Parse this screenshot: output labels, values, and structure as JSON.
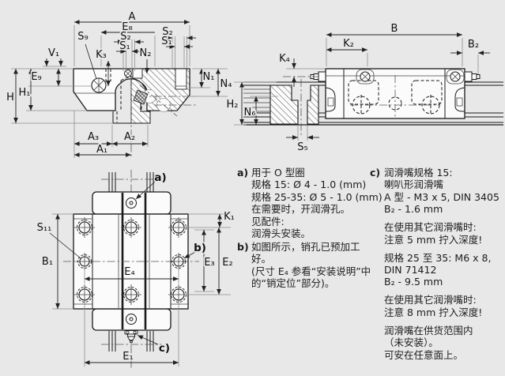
{
  "colors": {
    "background": "#e8e8e8",
    "paper": "#fbfbfb",
    "line": "#1a1a1a",
    "dimension_line": "#222222",
    "extension_line": "#8f8f8f"
  },
  "dims": {
    "A": "A",
    "E8": "E₈",
    "S2": "S₂",
    "S1": "S₁",
    "S9": "S₉",
    "K3": "K₃",
    "N2": "N₂",
    "V1": "V₁",
    "E9": "E₉",
    "H": "H",
    "H1": "H₁",
    "N1": "N₁",
    "N4": "N₄",
    "A3": "A₃",
    "A2": "A₂",
    "A1": "A₁",
    "B": "B",
    "K2": "K₂",
    "B2": "B₂",
    "K4": "K₄",
    "H2": "H₂",
    "N6": "N₆",
    "S5": "S₅",
    "K1": "K₁",
    "S11": "S₁₁",
    "B1": "B₁",
    "E3": "E₃",
    "E2": "E₂",
    "E4": "E₄",
    "E1": "E₁"
  },
  "callouts": {
    "a": "a)",
    "b": "b)",
    "c": "c)"
  },
  "notes": {
    "a": {
      "tag": "a)",
      "lines": [
        "用于 O 型圈",
        "规格 15: Ø 4 - 1.0 (mm)",
        "规格 25-35: Ø 5 - 1.0 (mm)",
        "在需要时，开润滑孔。",
        "见配件:",
        "润滑头安装。"
      ]
    },
    "b": {
      "tag": "b)",
      "lines": [
        "如图所示，销孔已预加工",
        "好。",
        "(尺寸 E₄ 参看“安装说明”中",
        "的“销定位”部分)。"
      ]
    },
    "c": {
      "tag": "c)",
      "paragraphs": [
        [
          "润滑嘴规格 15:",
          "喇叭形润滑嘴",
          "A 型 - M3 x 5, DIN 3405",
          "B₂ - 1.6 mm"
        ],
        [
          "在使用其它润滑嘴时:",
          "注意 5 mm 拧入深度!"
        ],
        [
          "规格 25 至 35: M6 x 8,",
          "DIN 71412",
          "B₂ - 9.5 mm"
        ],
        [
          "在使用其它润滑嘴时:",
          "注意 8 mm 拧入深度!"
        ],
        [
          "润滑嘴在供货范围内",
          "（未安装）。",
          "可安在任意面上。"
        ]
      ]
    }
  }
}
